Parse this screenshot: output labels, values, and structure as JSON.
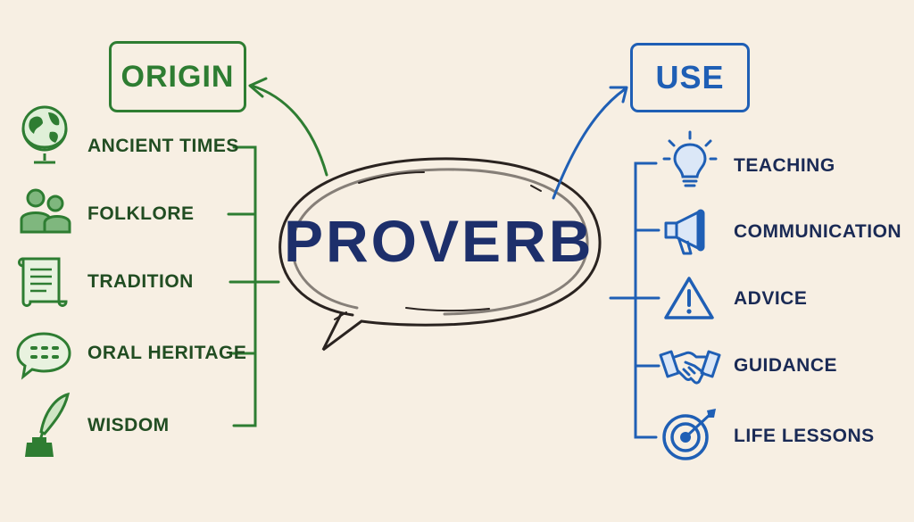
{
  "center": {
    "label": "PROVERB"
  },
  "origin": {
    "title": "ORIGIN",
    "color": "#2e7d32",
    "items": [
      {
        "label": "ANCIENT TIMES",
        "icon": "globe-icon"
      },
      {
        "label": "FOLKLORE",
        "icon": "people-icon"
      },
      {
        "label": "TRADITION",
        "icon": "scroll-icon"
      },
      {
        "label": "ORAL HERITAGE",
        "icon": "speech-bubble-icon"
      },
      {
        "label": "WISDOM",
        "icon": "quill-inkwell-icon"
      }
    ]
  },
  "use": {
    "title": "USE",
    "color": "#1f5fb5",
    "items": [
      {
        "label": "TEACHING",
        "icon": "lightbulb-icon"
      },
      {
        "label": "COMMUNICATION",
        "icon": "megaphone-icon"
      },
      {
        "label": "ADVICE",
        "icon": "warning-icon"
      },
      {
        "label": "GUIDANCE",
        "icon": "handshake-icon"
      },
      {
        "label": "LIFE LESSONS",
        "icon": "target-icon"
      }
    ]
  }
}
